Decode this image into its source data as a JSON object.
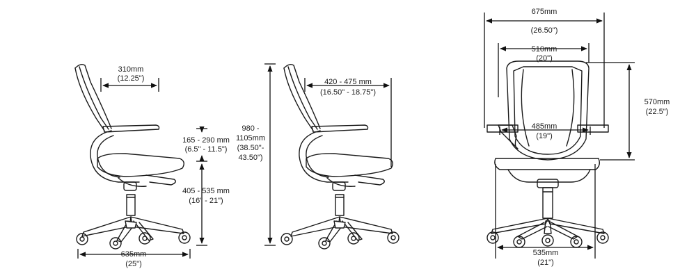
{
  "side_view": {
    "back_depth": {
      "mm": "310mm",
      "in": "(12.25\")"
    },
    "arm_height": {
      "mm": "165 - 290 mm",
      "in": "(6.5\" - 11.5\")"
    },
    "seat_height": {
      "mm": "405 - 535 mm",
      "in": "(16\" - 21\")"
    },
    "base_width": {
      "mm": "635mm",
      "in": "(25\")"
    }
  },
  "side_view_reclined": {
    "total_height": {
      "l1": "980 -",
      "l2": "1105mm",
      "l3": "(38.50\"-",
      "l4": "43.50\")"
    },
    "seat_depth": {
      "mm": "420 - 475 mm",
      "in": "(16.50\" - 18.75\")"
    }
  },
  "front_view": {
    "overall_width": {
      "mm": "675mm",
      "in": "(26.50\")"
    },
    "back_width": {
      "mm": "510mm",
      "in": "(20\")"
    },
    "between_arms": {
      "mm": "485mm",
      "in": "(19\")"
    },
    "back_height": {
      "mm": "570mm",
      "in": "(22.5\")"
    },
    "seat_width": {
      "mm": "535mm",
      "in": "(21\")"
    }
  },
  "colors": {
    "line": "#1a1a1a",
    "background": "#ffffff"
  }
}
